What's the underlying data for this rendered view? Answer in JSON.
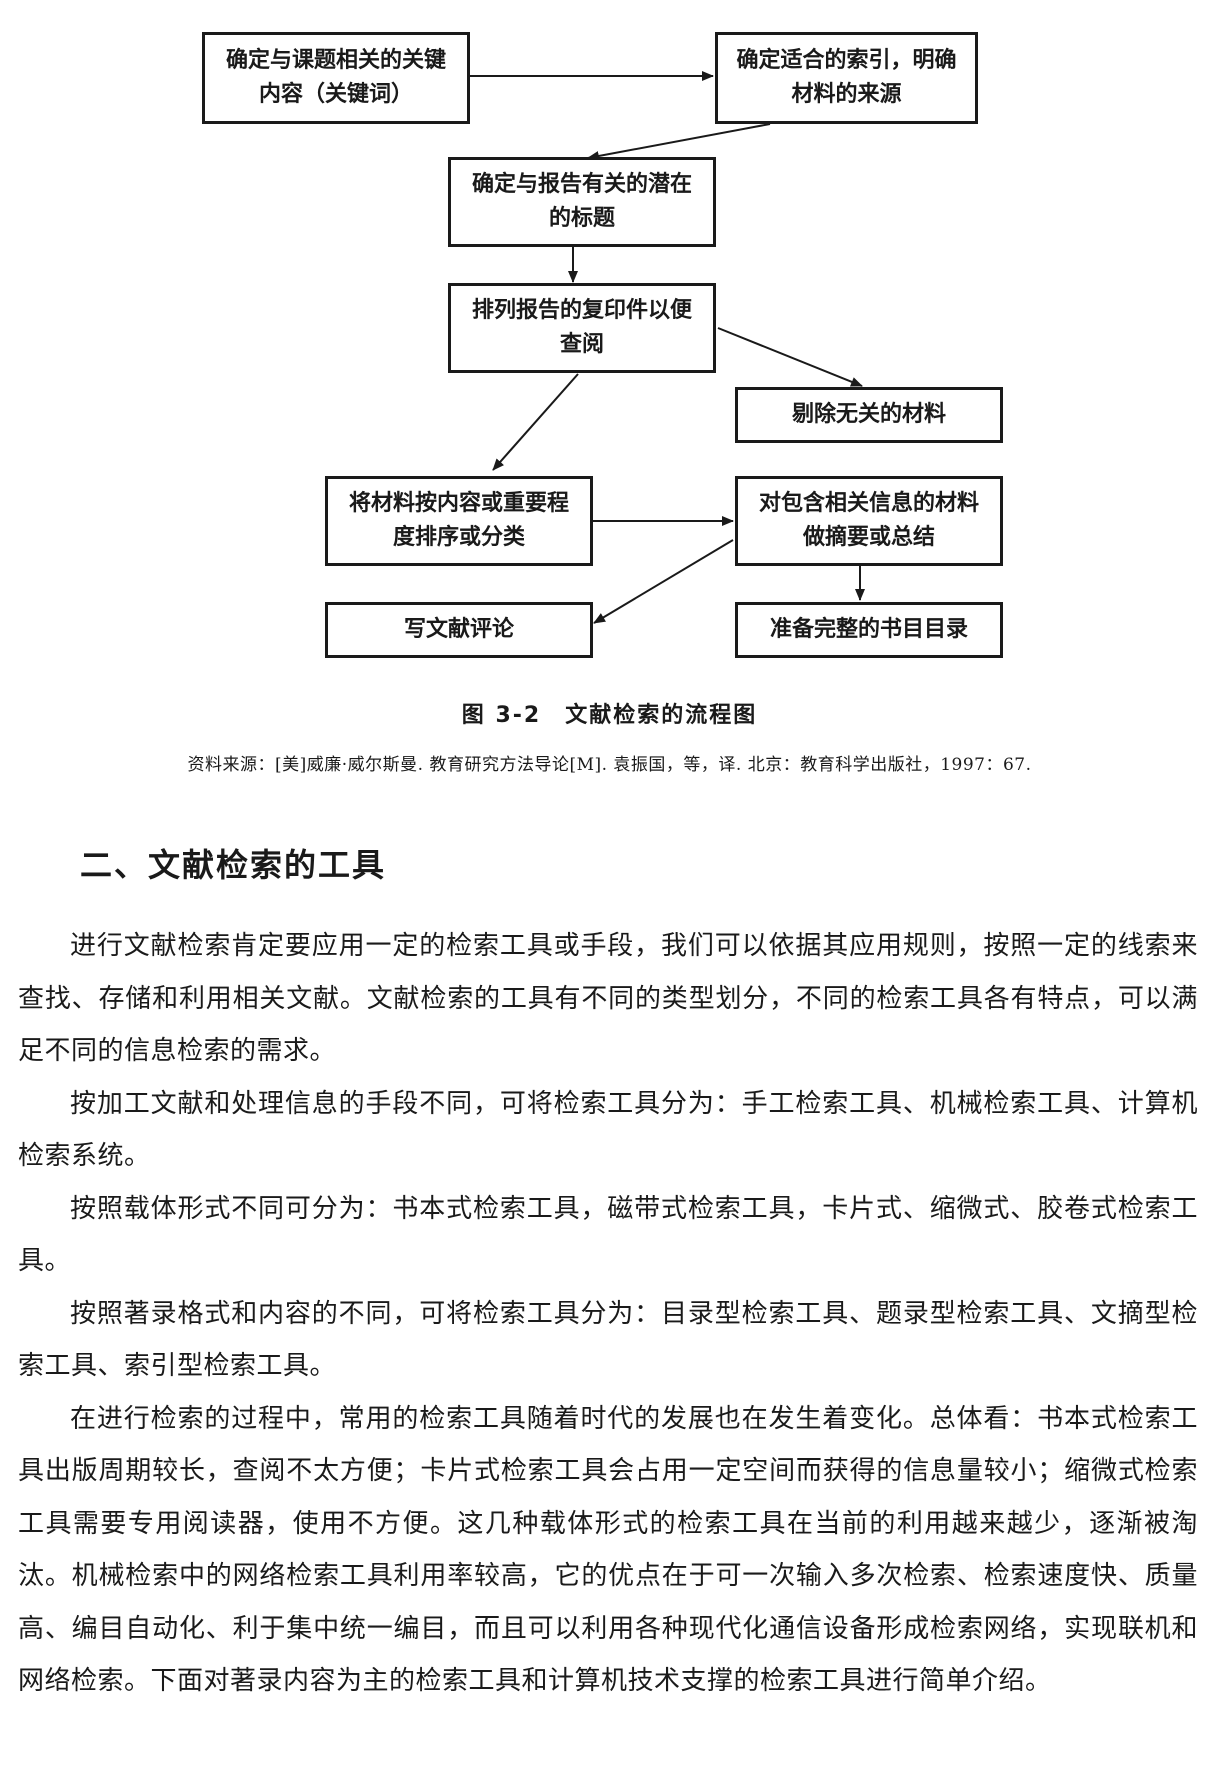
{
  "flowchart": {
    "boxes": {
      "keywords": "确定与课题相关的关键内容（关键词）",
      "index": "确定适合的索引，明确材料的来源",
      "titles": "确定与报告有关的潜在的标题",
      "arrange": "排列报告的复印件以便查阅",
      "remove": "剔除无关的材料",
      "sort": "将材料按内容或重要程度排序或分类",
      "summary": "对包含相关信息的材料做摘要或总结",
      "review": "写文献评论",
      "bibliography": "准备完整的书目目录"
    }
  },
  "figure": {
    "title": "图 3-2　文献检索的流程图",
    "source": "资料来源：[美]威廉·威尔斯曼. 教育研究方法导论[M]. 袁振国，等，译. 北京：教育科学出版社，1997：67."
  },
  "section": {
    "heading": "二、文献检索的工具",
    "paragraphs": [
      "进行文献检索肯定要应用一定的检索工具或手段，我们可以依据其应用规则，按照一定的线索来查找、存储和利用相关文献。文献检索的工具有不同的类型划分，不同的检索工具各有特点，可以满足不同的信息检索的需求。",
      "按加工文献和处理信息的手段不同，可将检索工具分为：手工检索工具、机械检索工具、计算机检索系统。",
      "按照载体形式不同可分为：书本式检索工具，磁带式检索工具，卡片式、缩微式、胶卷式检索工具。",
      "按照著录格式和内容的不同，可将检索工具分为：目录型检索工具、题录型检索工具、文摘型检索工具、索引型检索工具。",
      "在进行检索的过程中，常用的检索工具随着时代的发展也在发生着变化。总体看：书本式检索工具出版周期较长，查阅不太方便；卡片式检索工具会占用一定空间而获得的信息量较小；缩微式检索工具需要专用阅读器，使用不方便。这几种载体形式的检索工具在当前的利用越来越少，逐渐被淘汰。机械检索中的网络检索工具利用率较高，它的优点在于可一次输入多次检索、检索速度快、质量高、编目自动化、利于集中统一编目，而且可以利用各种现代化通信设备形成检索网络，实现联机和网络检索。下面对著录内容为主的检索工具和计算机技术支撑的检索工具进行简单介绍。"
    ]
  }
}
